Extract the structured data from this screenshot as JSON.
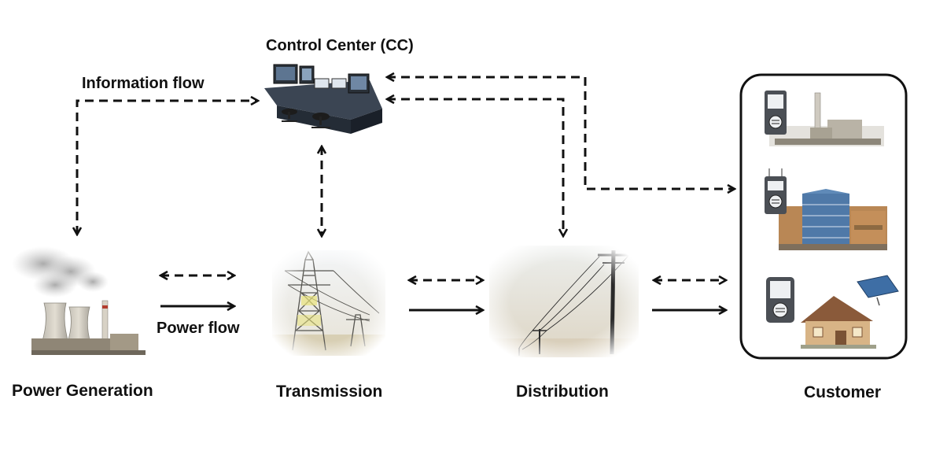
{
  "labels": {
    "control_center": "Control Center (CC)",
    "information_flow": "Information flow",
    "power_flow": "Power flow",
    "power_generation": "Power Generation",
    "transmission": "Transmission",
    "distribution": "Distribution",
    "customer": "Customer"
  },
  "icons": {
    "control_center": "control-center-desk-icon",
    "power_plant": "power-plant-icon",
    "transmission": "transmission-tower-icon",
    "distribution": "utility-pole-icon",
    "customer_industrial": "industrial-plant-meter-icon",
    "customer_commercial": "commercial-building-meter-icon",
    "customer_residential": "house-solar-meter-icon"
  },
  "colors": {
    "arrow": "#111111",
    "text": "#111111",
    "customer_border": "#111111"
  }
}
